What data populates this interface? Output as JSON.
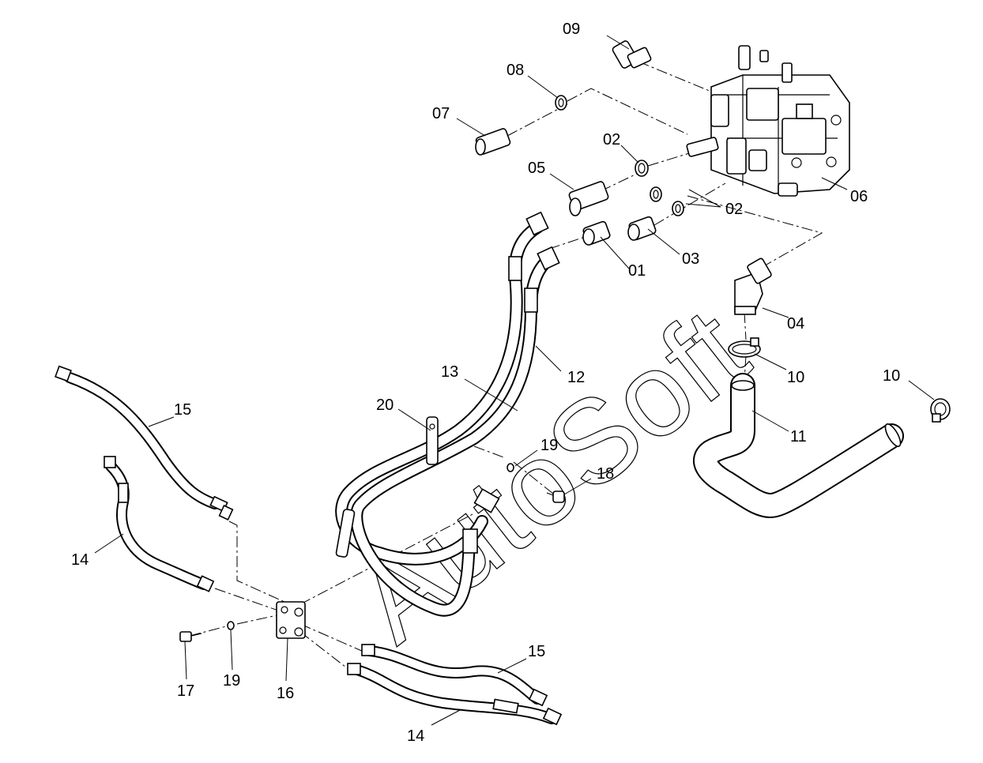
{
  "watermark": "AutoSoft",
  "callouts": [
    {
      "id": "c09",
      "text": "09"
    },
    {
      "id": "c08",
      "text": "08"
    },
    {
      "id": "c07",
      "text": "07"
    },
    {
      "id": "c02a",
      "text": "02"
    },
    {
      "id": "c05",
      "text": "05"
    },
    {
      "id": "c06",
      "text": "06"
    },
    {
      "id": "c02b",
      "text": "02"
    },
    {
      "id": "c01",
      "text": "01"
    },
    {
      "id": "c03",
      "text": "03"
    },
    {
      "id": "c04",
      "text": "04"
    },
    {
      "id": "c10a",
      "text": "10"
    },
    {
      "id": "c10b",
      "text": "10"
    },
    {
      "id": "c12",
      "text": "12"
    },
    {
      "id": "c13",
      "text": "13"
    },
    {
      "id": "c11",
      "text": "11"
    },
    {
      "id": "c20",
      "text": "20"
    },
    {
      "id": "c15a",
      "text": "15"
    },
    {
      "id": "c19a",
      "text": "19"
    },
    {
      "id": "c18",
      "text": "18"
    },
    {
      "id": "c14a",
      "text": "14"
    },
    {
      "id": "c15b",
      "text": "15"
    },
    {
      "id": "c17",
      "text": "17"
    },
    {
      "id": "c19b",
      "text": "19"
    },
    {
      "id": "c16",
      "text": "16"
    },
    {
      "id": "c14b",
      "text": "14"
    }
  ]
}
